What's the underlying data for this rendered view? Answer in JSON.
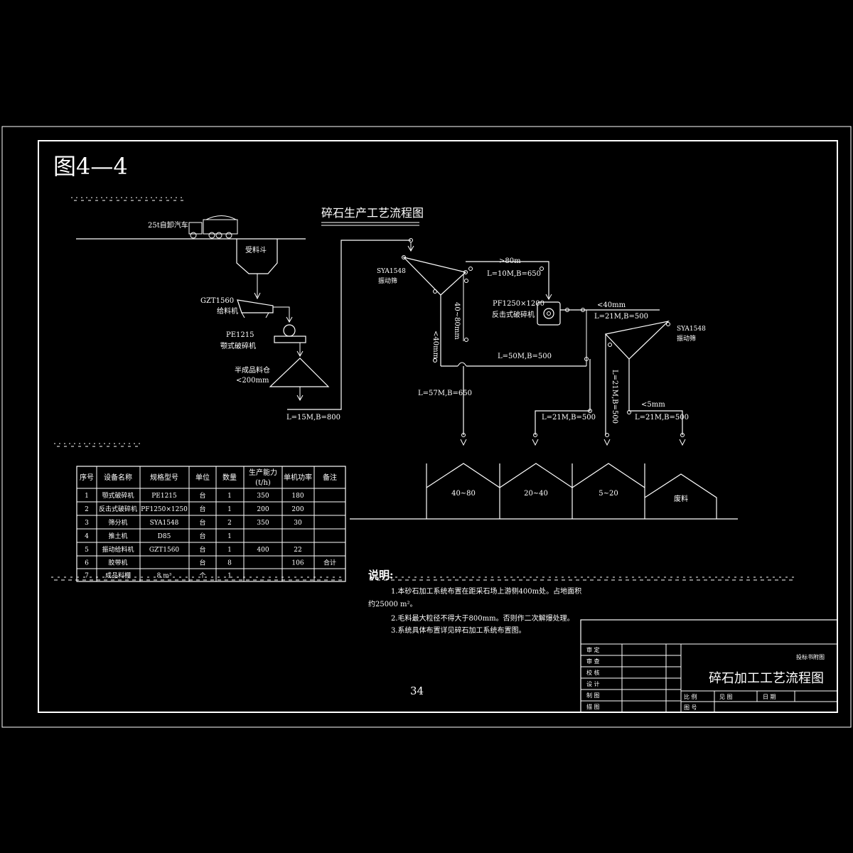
{
  "figure_label": "图4—4",
  "diagram_title": "碎石生产工艺流程图",
  "labels": {
    "truck": "25t自卸汽车",
    "hopper": "受料斗",
    "feeder_model": "GZT1560",
    "feeder_name": "给料机",
    "jaw_model": "PE1215",
    "jaw_name": "颚式破碎机",
    "stock_name": "半成品料仓",
    "stock_size": "<200mm",
    "belt1": "L=15M,B=800",
    "screen1_model": "SYA1548",
    "screen1_name": "振动筛",
    "gt80": ">80m",
    "belt_top": "L=10M,B=650",
    "impact_model": "PF1250×1200",
    "impact_name": "反击式破碎机",
    "size_40_80": "40~80mm",
    "lt40_v": "<40mm",
    "lt40_h": "<40mm",
    "belt21_top": "L=21M,B=500",
    "screen2_model": "SYA1548",
    "screen2_name": "振动筛",
    "belt_mid": "L=50M,B=500",
    "belt_57": "L=57M,B=650",
    "belt21_v": "L=21M,B=500",
    "lt5": "<5mm",
    "belt21_left": "L=21M,B=500",
    "belt21_right": "L=21M,B=500"
  },
  "bins": [
    "40~80",
    "20~40",
    "5~20",
    "废料"
  ],
  "table": {
    "headers": [
      "序号",
      "设备名称",
      "规格型号",
      "单位",
      "数量",
      "生产能力",
      "单机功率",
      "备注"
    ],
    "header_sub": "(t/h)",
    "rows": [
      [
        "1",
        "颚式破碎机",
        "PE1215",
        "台",
        "1",
        "350",
        "180",
        ""
      ],
      [
        "2",
        "反击式破碎机",
        "PF1250×1250",
        "台",
        "1",
        "200",
        "200",
        ""
      ],
      [
        "3",
        "筛分机",
        "SYA1548",
        "台",
        "2",
        "350",
        "30",
        ""
      ],
      [
        "4",
        "推土机",
        "D85",
        "台",
        "1",
        "",
        "",
        ""
      ],
      [
        "5",
        "振动给料机",
        "GZT1560",
        "台",
        "1",
        "400",
        "22",
        ""
      ],
      [
        "6",
        "胶带机",
        "",
        "台",
        "8",
        "",
        "106",
        "合计"
      ],
      [
        "7",
        "成品料棚",
        "8 m³",
        "个",
        "1",
        "",
        "",
        ""
      ]
    ]
  },
  "notes": {
    "heading": "说明:",
    "lines": [
      "1.本砂石加工系统布置在距采石场上游侧400m处。占地面积",
      "约25000 m²。",
      "2.毛料最大粒径不得大于800mm。否则作二次解爆处理。",
      "3.系统具体布置详见碎石加工系统布置图。"
    ]
  },
  "page_number": "34",
  "title_block": {
    "roles": [
      "审 定",
      "审 查",
      "校 核",
      "设 计",
      "制 图",
      "描 图"
    ],
    "stage": "投标书附图",
    "drawing_title": "碎石加工工艺流程图",
    "scale_label": "比 例",
    "scale_value": "见 图",
    "date_label": "日 期",
    "number_label": "图 号"
  }
}
